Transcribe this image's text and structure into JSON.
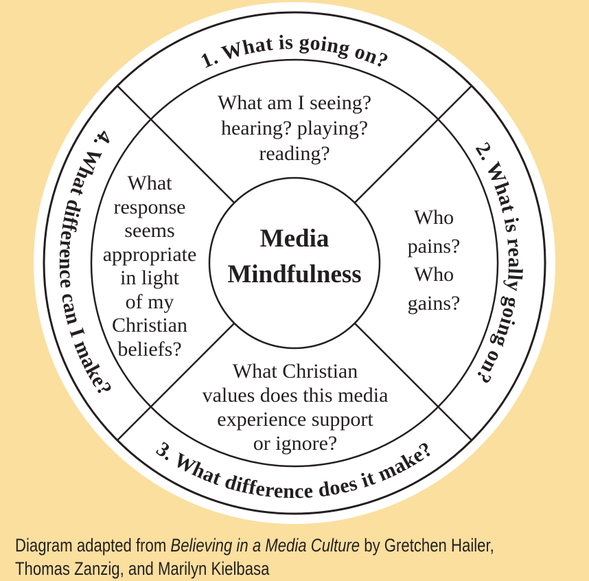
{
  "colors": {
    "background": "#FADF9F",
    "ink": "#231F20",
    "disc": "#FFFFFF"
  },
  "center": {
    "title": "Media\nMindfulness"
  },
  "ring": {
    "q1": "1. What is going on?",
    "q2": "2. What is really going on?",
    "q3": "3. What difference does it make?",
    "q4": "4. What difference can I make?"
  },
  "quadrants": {
    "top": "What am I seeing?\nhearing? playing?\nreading?",
    "right": "Who\npains?\nWho\ngains?",
    "bottom": "What Christian\nvalues does this media\nexperience support\nor ignore?",
    "left": "What\nresponse\nseems\nappropriate\nin light\nof my\nChristian\nbeliefs?"
  },
  "caption": {
    "text_before_title": "Diagram adapted from ",
    "book_title": "Believing in a Media Culture",
    "line1_after_title": " by Gretchen Hailer,",
    "line2": "Thomas Zanzig, and Marilyn Kielbasa"
  }
}
